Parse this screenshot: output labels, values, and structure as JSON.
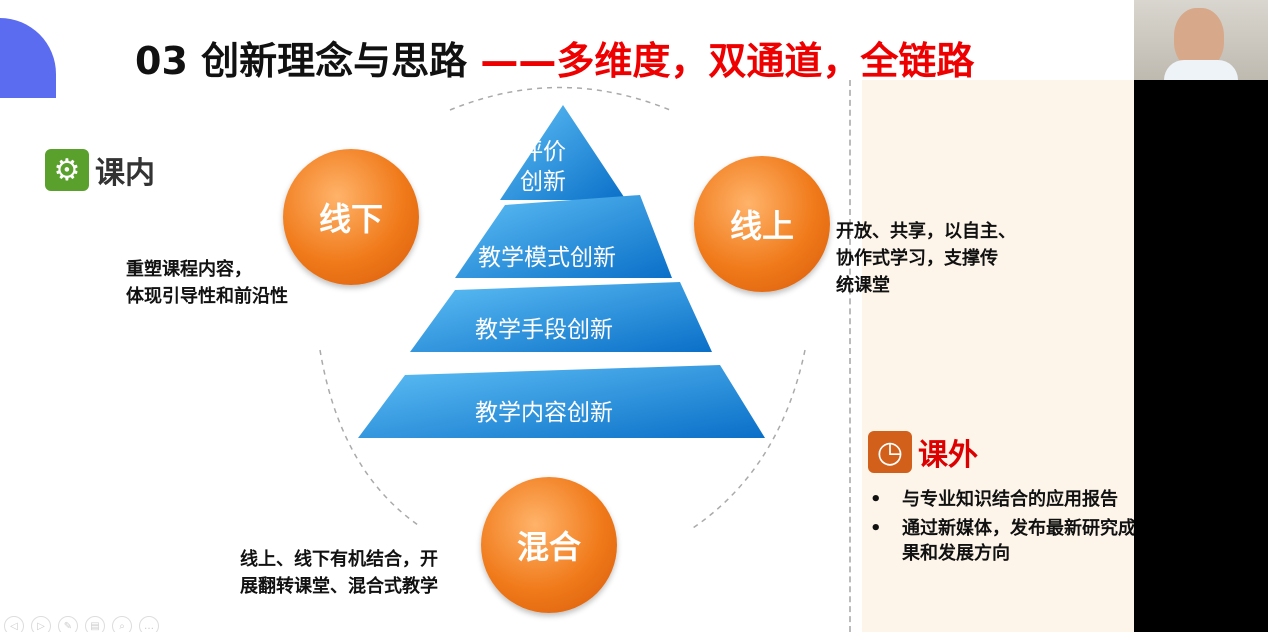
{
  "slide": {
    "title_prefix": "03 创新理念与思路 ",
    "title_highlight": "——多维度，双通道，全链路",
    "in_class": {
      "label": "课内",
      "icon": "gear-icon"
    },
    "after_class": {
      "label": "课外",
      "icon": "clock-icon",
      "bullets": [
        "与专业知识结合的应用报告",
        "通过新媒体，发布最新研究成果和发展方向"
      ]
    },
    "circles": {
      "offline": "线下",
      "online": "线上",
      "blended": "混合"
    },
    "offline_text": [
      "重塑课程内容，",
      "体现引导性和前沿性"
    ],
    "online_text": [
      "开放、共享，以自主、",
      "协作式学习，支撑传",
      "统课堂"
    ],
    "blended_text": [
      "线上、线下有机结合，开",
      "展翻转课堂、混合式教学"
    ],
    "pyramid": [
      "评价\n创新",
      "教学模式创新",
      "教学手段创新",
      "教学内容创新"
    ]
  },
  "toolbar": [
    "previous-icon",
    "next-icon",
    "pen-icon",
    "pages-icon",
    "zoom-icon",
    "more-icon"
  ],
  "colors": {
    "accent_red": "#ee0000",
    "orange": "#f07a1a",
    "blue": "#1e8fe0",
    "green": "#5aa02c"
  }
}
